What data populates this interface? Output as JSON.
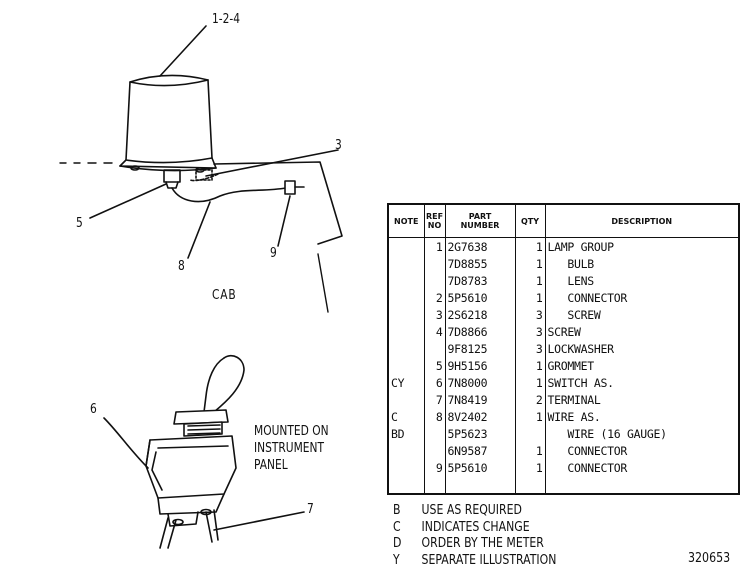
{
  "callouts": {
    "lamp_group": "1-2-4",
    "connector": "3",
    "switch_ref_top": "5",
    "wire_ref": "8",
    "terminal_ref": "9",
    "switch_ref": "6",
    "terminal_ref_bottom": "7"
  },
  "cab_label": "CAB",
  "mounted_note": [
    "MOUNTED ON",
    "INSTRUMENT",
    "PANEL"
  ],
  "table": {
    "headers": {
      "note": "NOTE",
      "ref_no": "REF\nNO",
      "part_number": "PART\nNUMBER",
      "qty": "QTY",
      "description": "DESCRIPTION"
    },
    "rows": [
      {
        "note": "",
        "ref": "1",
        "part": "2G7638",
        "qty": "1",
        "desc": "LAMP GROUP"
      },
      {
        "note": "",
        "ref": "",
        "part": "7D8855",
        "qty": "1",
        "desc": "   BULB"
      },
      {
        "note": "",
        "ref": "",
        "part": "7D8783",
        "qty": "1",
        "desc": "   LENS"
      },
      {
        "note": "",
        "ref": "2",
        "part": "5P5610",
        "qty": "1",
        "desc": "   CONNECTOR"
      },
      {
        "note": "",
        "ref": "3",
        "part": "2S6218",
        "qty": "3",
        "desc": "   SCREW"
      },
      {
        "note": "",
        "ref": "4",
        "part": "7D8866",
        "qty": "3",
        "desc": "SCREW"
      },
      {
        "note": "",
        "ref": "",
        "part": "9F8125",
        "qty": "3",
        "desc": "LOCKWASHER"
      },
      {
        "note": "",
        "ref": "5",
        "part": "9H5156",
        "qty": "1",
        "desc": "GROMMET"
      },
      {
        "note": "CY",
        "ref": "6",
        "part": "7N8000",
        "qty": "1",
        "desc": "SWITCH AS."
      },
      {
        "note": "",
        "ref": "7",
        "part": "7N8419",
        "qty": "2",
        "desc": "TERMINAL"
      },
      {
        "note": "C",
        "ref": "8",
        "part": "8V2402",
        "qty": "1",
        "desc": "WIRE AS."
      },
      {
        "note": "BD",
        "ref": "",
        "part": "5P5623",
        "qty": "",
        "desc": "   WIRE (16 GAUGE)"
      },
      {
        "note": "",
        "ref": "",
        "part": "6N9587",
        "qty": "1",
        "desc": "   CONNECTOR"
      },
      {
        "note": "",
        "ref": "9",
        "part": "5P5610",
        "qty": "1",
        "desc": "   CONNECTOR"
      }
    ]
  },
  "legend": [
    {
      "code": "B",
      "text": "USE AS REQUIRED"
    },
    {
      "code": "C",
      "text": "INDICATES CHANGE"
    },
    {
      "code": "D",
      "text": "ORDER BY THE METER"
    },
    {
      "code": "Y",
      "text": "SEPARATE ILLUSTRATION"
    }
  ],
  "drawing_number": "320653",
  "colors": {
    "ink": "#111111",
    "paper": "#ffffff"
  }
}
